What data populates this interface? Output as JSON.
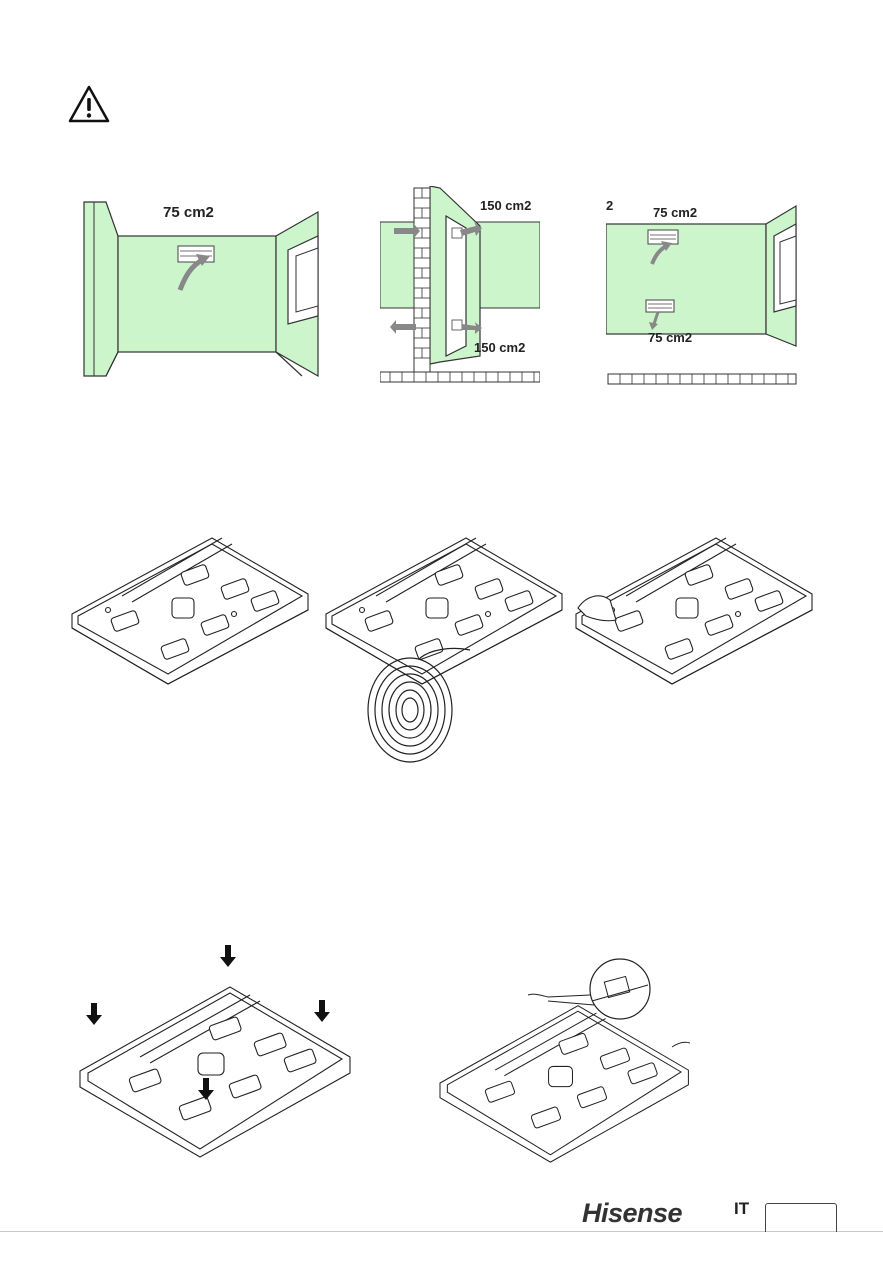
{
  "warning": {
    "icon": "warning-triangle-icon"
  },
  "ventilation": {
    "fig1": {
      "label": "75 cm2"
    },
    "fig2": {
      "label_top": "150 cm2",
      "label_bottom": "150 cm2"
    },
    "fig3": {
      "label_cut": "2",
      "label_top": "75 cm2",
      "label_bottom": "75 cm2"
    }
  },
  "colors": {
    "wall": "#ccf5cc",
    "line": "#333333",
    "arrow": "#888888"
  },
  "footer": {
    "brand": "Hisense",
    "lang": "IT",
    "page": ""
  }
}
